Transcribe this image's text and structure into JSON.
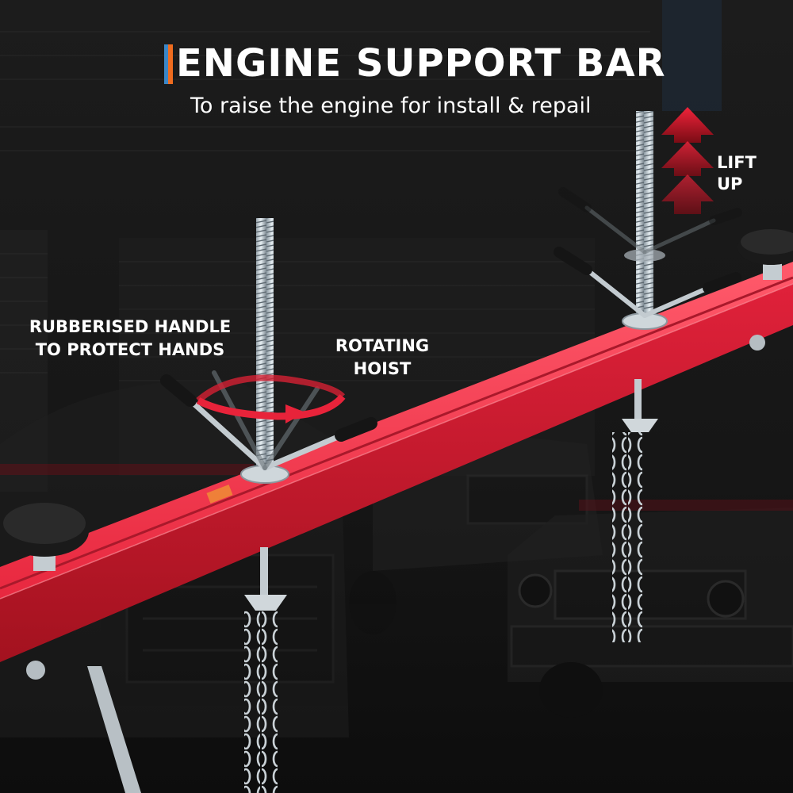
{
  "title": "ENGINE SUPPORT BAR",
  "subtitle": "To raise the engine for install & repail",
  "callouts": {
    "lift_line1": "LIFT",
    "lift_line2": "UP",
    "handle_line1": "RUBBERISED HANDLE",
    "handle_line2": "TO PROTECT HANDS",
    "hoist_line1": "ROTATING",
    "hoist_line2": "HOIST"
  },
  "colors": {
    "background": "#141414",
    "bar_red": "#e0213a",
    "accent_blue": "#3b86c6",
    "accent_orange": "#ef6c1f",
    "text": "#ffffff"
  }
}
